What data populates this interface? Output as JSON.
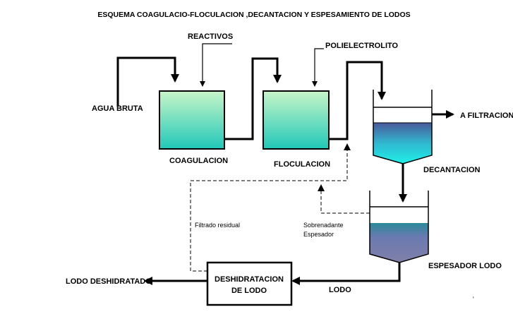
{
  "title": "ESQUEMA COAGULACIO-FLOCULACION ,DECANTACION Y ESPESAMIENTO DE LODOS",
  "labels": {
    "reactivos": "REACTIVOS",
    "polielectrolito": "POLIELECTROLITO",
    "agua_bruta": "AGUA BRUTA",
    "coagulacion": "COAGULACION",
    "floculacion": "FLOCULACION",
    "a_filtracion": "A FILTRACION",
    "decantacion": "DECANTACION",
    "filtrado_residual": "Filtrado residual",
    "sobrenadante_line1": "Sobrenadante",
    "sobrenadante_line2": "Espesador",
    "espesador_lodo": "ESPESADOR LODO",
    "lodo_deshidratado": "LODO DESHIDRATADO",
    "deshidratacion_line1": "DESHIDRATACION",
    "deshidratacion_line2": "DE LODO",
    "lodo": "LODO",
    "corner_mark": "'"
  },
  "colors": {
    "tank_top": "#c8f5c8",
    "tank_bottom": "#20c8b8",
    "decant_top": "#4a5a9a",
    "decant_bottom": "#20e8e0",
    "espesador_top": "#2a8a9a",
    "espesador_bottom": "#7a7aa8",
    "line": "#000000"
  }
}
